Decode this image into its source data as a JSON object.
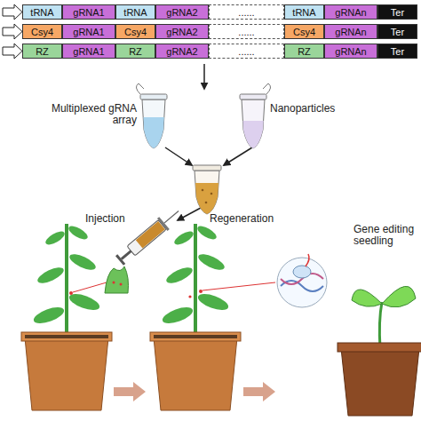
{
  "diagram": {
    "nodes": [
      {
        "text": [
          "tRNA"
        ]
      },
      {
        "text": [
          "gRNA1"
        ]
      },
      {
        "text": [
          "tRNA"
        ]
      },
      {
        "text": [
          "gRNA2"
        ]
      },
      {
        "text": [
          "......"
        ]
      },
      {
        "text": [
          "tRNA"
        ]
      },
      {
        "text": [
          "gRNAn"
        ]
      },
      {
        "text": [
          "Ter"
        ]
      },
      {
        "text": [
          "Csy4"
        ]
      },
      {
        "text": [
          "gRNA1"
        ]
      },
      {
        "text": [
          "Csy4"
        ]
      },
      {
        "text": [
          "gRNA2"
        ]
      },
      {
        "text": [
          "......"
        ]
      },
      {
        "text": [
          "Csy4"
        ]
      },
      {
        "text": [
          "gRNAn"
        ]
      },
      {
        "text": [
          "Ter"
        ]
      },
      {
        "text": [
          "RZ"
        ]
      },
      {
        "text": [
          "gRNA1"
        ]
      },
      {
        "text": [
          "RZ"
        ]
      },
      {
        "text": [
          "gRNA2"
        ]
      },
      {
        "text": [
          "......"
        ]
      },
      {
        "text": [
          "RZ"
        ]
      },
      {
        "text": [
          "gRNAn"
        ]
      },
      {
        "text": [
          "Ter"
        ]
      }
    ],
    "labels": [
      "Multiplexed gRNA array",
      "Nanoparticles",
      "Injection",
      "Regeneration",
      "Gene editing seedling"
    ]
  }
}
